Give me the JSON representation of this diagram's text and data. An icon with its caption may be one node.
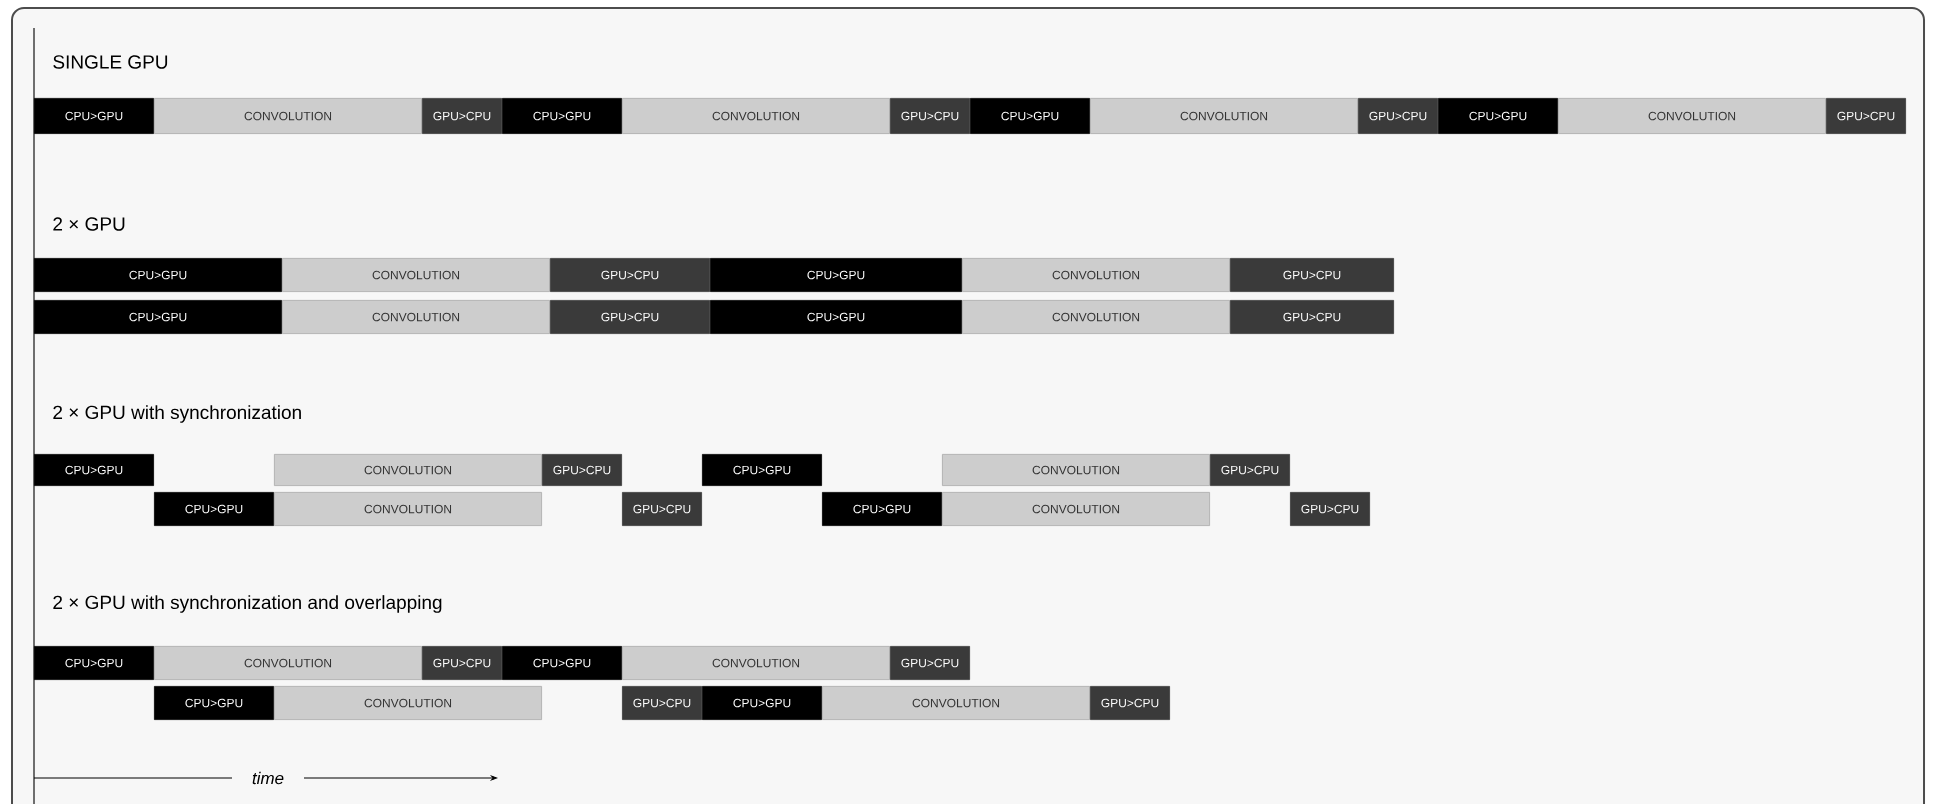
{
  "diagram": {
    "nodes": [
      {
        "text": [
          "CPU>GPU"
        ]
      },
      {
        "text": [
          "CONVOLUTION"
        ]
      },
      {
        "text": [
          "GPU>CPU"
        ]
      },
      {
        "text": [
          "CPU>GPU"
        ]
      },
      {
        "text": [
          "CONVOLUTION"
        ]
      },
      {
        "text": [
          "GPU>CPU"
        ]
      },
      {
        "text": [
          "CPU>GPU"
        ]
      },
      {
        "text": [
          "CONVOLUTION"
        ]
      },
      {
        "text": [
          "GPU>CPU"
        ]
      },
      {
        "text": [
          "CPU>GPU"
        ]
      },
      {
        "text": [
          "CONVOLUTION"
        ]
      },
      {
        "text": [
          "GPU>CPU"
        ]
      },
      {
        "text": [
          "CPU>GPU"
        ]
      },
      {
        "text": [
          "CONVOLUTION"
        ]
      },
      {
        "text": [
          "GPU>CPU"
        ]
      },
      {
        "text": [
          "CPU>GPU"
        ]
      },
      {
        "text": [
          "CONVOLUTION"
        ]
      },
      {
        "text": [
          "GPU>CPU"
        ]
      },
      {
        "text": [
          "CPU>GPU"
        ]
      },
      {
        "text": [
          "CONVOLUTION"
        ]
      },
      {
        "text": [
          "GPU>CPU"
        ]
      },
      {
        "text": [
          "CPU>GPU"
        ]
      },
      {
        "text": [
          "CONVOLUTION"
        ]
      },
      {
        "text": [
          "GPU>CPU"
        ]
      },
      {
        "text": [
          "CPU>GPU"
        ]
      },
      {
        "text": [
          "CONVOLUTION"
        ]
      },
      {
        "text": [
          "GPU>CPU"
        ]
      },
      {
        "text": [
          "CPU>GPU"
        ]
      },
      {
        "text": [
          "CONVOLUTION"
        ]
      },
      {
        "text": [
          "GPU>CPU"
        ]
      },
      {
        "text": [
          "CPU>GPU"
        ]
      },
      {
        "text": [
          "CONVOLUTION"
        ]
      },
      {
        "text": [
          "GPU>CPU"
        ]
      },
      {
        "text": [
          "CPU>GPU"
        ]
      },
      {
        "text": [
          "CONVOLUTION"
        ]
      },
      {
        "text": [
          "GPU>CPU"
        ]
      },
      {
        "text": [
          "CPU>GPU"
        ]
      },
      {
        "text": [
          "CONVOLUTION"
        ]
      },
      {
        "text": [
          "GPU>CPU"
        ]
      },
      {
        "text": [
          "CPU>GPU"
        ]
      },
      {
        "text": [
          "CONVOLUTION"
        ]
      },
      {
        "text": [
          "GPU>CPU"
        ]
      },
      {
        "text": [
          "CPU>GPU"
        ]
      },
      {
        "text": [
          "CONVOLUTION"
        ]
      },
      {
        "text": [
          "GPU>CPU"
        ]
      },
      {
        "text": [
          "CPU>GPU"
        ]
      },
      {
        "text": [
          "CONVOLUTION"
        ]
      },
      {
        "text": [
          "GPU>CPU"
        ]
      }
    ],
    "labels": [
      "SINGLE GPU",
      "2 × GPU",
      "2 × GPU with synchronization",
      "2 × GPU with synchronization and overlapping",
      "time"
    ]
  }
}
